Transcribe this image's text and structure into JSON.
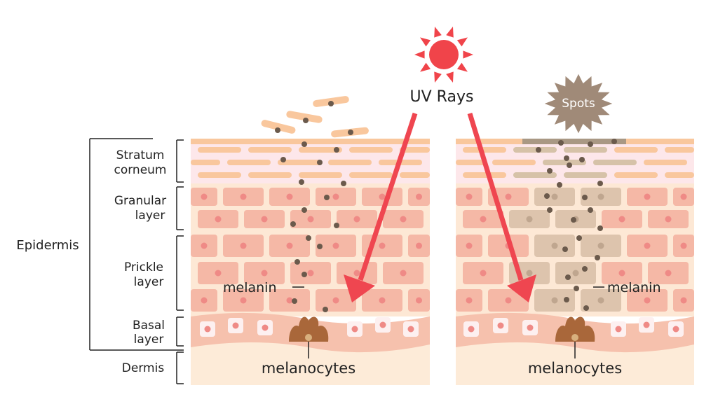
{
  "labels": {
    "epidermis": "Epidermis",
    "stratum_line1": "Stratum",
    "stratum_line2": "corneum",
    "granular_line1": "Granular",
    "granular_line2": "layer",
    "prickle_line1": "Prickle",
    "prickle_line2": "layer",
    "basal_line1": "Basal",
    "basal_line2": "layer",
    "dermis": "Dermis"
  },
  "annotations": {
    "uv_rays": "UV Rays",
    "spots": "Spots",
    "melanin_left": "melanin",
    "melanin_right": "melanin",
    "melanocytes_left": "melanocytes",
    "melanocytes_right": "melanocytes"
  },
  "colors": {
    "sun": "#f0444a",
    "arrow": "#ef4650",
    "melanin_dot": "#6b5a4c",
    "spot_burst": "#a08a78",
    "melanocyte": "#a9673a",
    "cell_fill": "#f5b8a6",
    "cell_nucleus": "#ef8a86",
    "stratum_bg": "#fde7ea",
    "stratum_bar": "#f9c79d",
    "dermis_bg": "#fdebd8",
    "basal_band": "#f6c1ad",
    "pigmented_cell": "#ddc4ad",
    "label_text": "#222222"
  }
}
